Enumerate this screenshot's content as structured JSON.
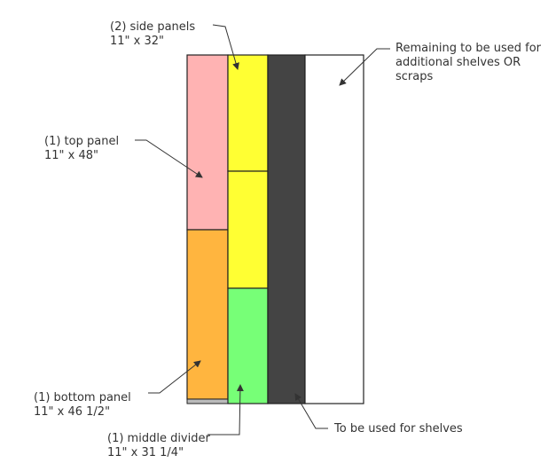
{
  "colors": {
    "top_panel": "#ffb3b3",
    "side_panels": "#ffff33",
    "bottom_panel": "#ffb53f",
    "middle_divider": "#77ff77",
    "shelves": "#444444",
    "remaining": "#ffffff",
    "outline": "#222222",
    "leader": "#333333",
    "scrap": "#bbbbbb"
  },
  "labels": {
    "side_panels": {
      "line1": "(2) side panels",
      "line2": "11\" x 32\""
    },
    "remaining": {
      "line1": "Remaining to be used for",
      "line2": "additional shelves OR",
      "line3": "scraps"
    },
    "top_panel": {
      "line1": "(1) top panel",
      "line2": "11\" x 48\""
    },
    "bottom_panel": {
      "line1": "(1) bottom panel",
      "line2": "11\" x 46 1/2\""
    },
    "middle_divider": {
      "line1": "(1) middle divider",
      "line2": "11\" x 31 1/4\""
    },
    "shelves": {
      "line1": "To be used for shelves"
    }
  }
}
